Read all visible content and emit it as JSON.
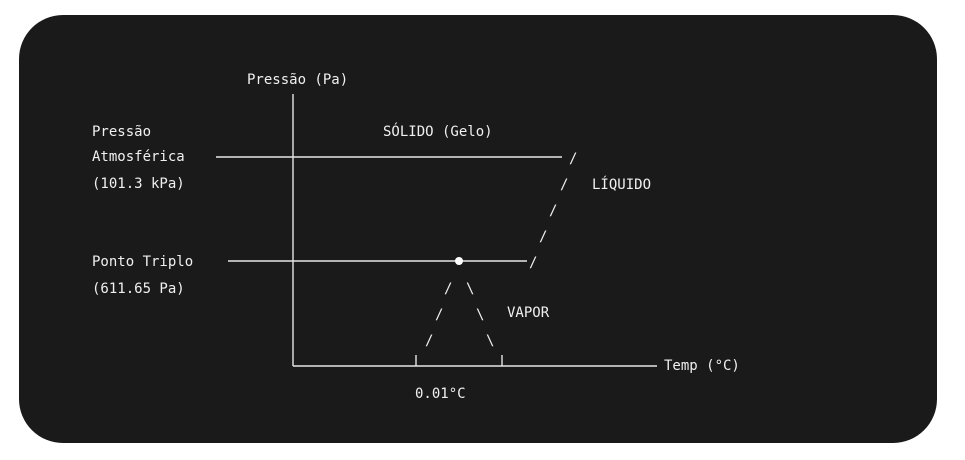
{
  "diagram": {
    "axis_y_label": "Pressão (Pa)",
    "axis_x_label": "Temp (°C)",
    "atm_label_line1": "Pressão",
    "atm_label_line2": "Atmosférica",
    "atm_label_line3": "(101.3 kPa)",
    "triple_label_line1": "Ponto Triplo",
    "triple_label_line2": "(611.65 Pa)",
    "region_solid": "SÓLIDO (Gelo)",
    "region_liquid": "LÍQUIDO",
    "region_vapor": "VAPOR",
    "triple_temp": "0.01°C"
  }
}
